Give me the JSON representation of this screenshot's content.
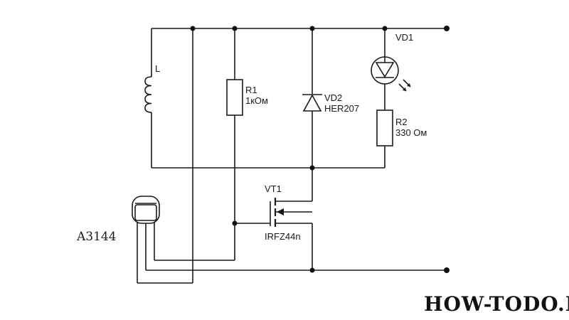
{
  "labels": {
    "inductor": "L",
    "r1_name": "R1",
    "r1_value": "1кОм",
    "vd2_name": "VD2",
    "vd2_value": "HER207",
    "vd1_name": "VD1",
    "r2_name": "R2",
    "r2_value": "330 Ом",
    "vt1_name": "VT1",
    "vt1_value": "IRFZ44n",
    "sensor_name": "A3144"
  },
  "watermark": "HOW-TODO.RU"
}
